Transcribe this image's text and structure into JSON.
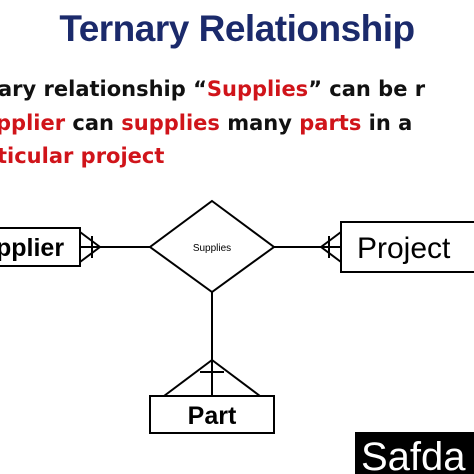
{
  "title": "Ternary Relationship",
  "description": {
    "line1": {
      "pre": "ary relationship “",
      "highlight": "Supplies",
      "post": "” can be r"
    },
    "line2": {
      "part1": "pplier",
      "part2": " can ",
      "part3": "supplies",
      "part4": " many ",
      "part5": "parts",
      "part6": " in a"
    },
    "line3": {
      "text": "ticular project"
    }
  },
  "diagram": {
    "relationship": "Supplies",
    "entities": {
      "supplier": "pplier",
      "project": "Project",
      "part": "Part"
    }
  },
  "watermark": "Safda",
  "colors": {
    "title": "#1b2a6b",
    "highlight": "#d0141a",
    "text": "#111111"
  }
}
